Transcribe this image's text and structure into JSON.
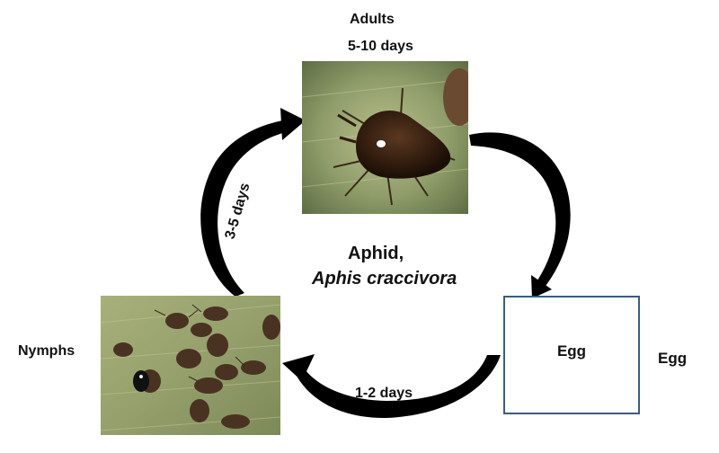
{
  "title": {
    "common_name": "Aphid,",
    "scientific_name": "Aphis craccivora"
  },
  "stages": {
    "adults": {
      "label": "Adults",
      "duration": "5-10 days",
      "image": "adult-aphid-photo"
    },
    "nymphs": {
      "label": "Nymphs",
      "image": "nymph-aphids-photo"
    },
    "egg": {
      "box_label": "Egg",
      "side_label": "Egg"
    }
  },
  "transitions": {
    "nymph_to_adult": "3-5 days",
    "egg_to_nymph": "1-2 days"
  },
  "colors": {
    "arrow": "#000000",
    "egg_box_border": "#3b5c80",
    "leaf_green": "#8f9d6a",
    "aphid_brown": "#3b2414"
  }
}
